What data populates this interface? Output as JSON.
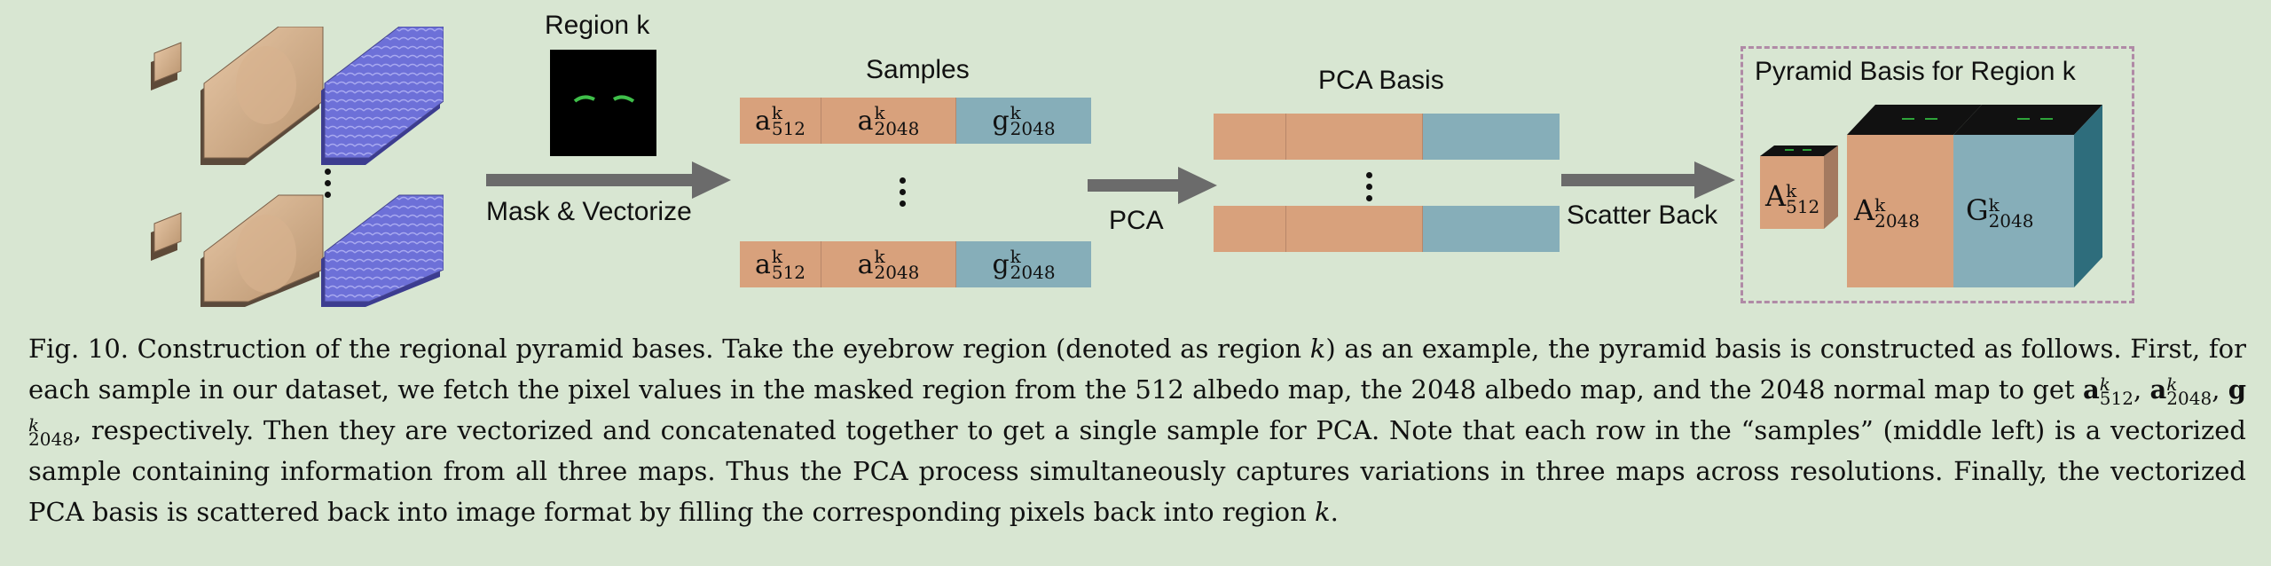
{
  "figure": {
    "region_title": "Region k",
    "samples_title": "Samples",
    "pca_basis_title": "PCA Basis",
    "pyramid_title": "Pyramid Basis for Region k",
    "arrow1_label": "Mask & Vectorize",
    "arrow2_label": "PCA",
    "arrow3_label": "Scatter Back",
    "sample_cells": {
      "a512_base": "a",
      "a512_sup": "k",
      "a512_sub": "512",
      "a2048_base": "a",
      "a2048_sup": "k",
      "a2048_sub": "2048",
      "g2048_base": "g",
      "g2048_sup": "k",
      "g2048_sub": "2048"
    },
    "pyramid_cells": {
      "A512_base": "A",
      "A512_sup": "k",
      "A512_sub": "512",
      "A2048_base": "A",
      "A2048_sup": "k",
      "A2048_sub": "2048",
      "G2048_base": "G",
      "G2048_sup": "k",
      "G2048_sub": "2048"
    },
    "colors": {
      "albedo": "#d8a17c",
      "normal": "#86aeb9",
      "arrow": "#6b6b6b",
      "background": "#d8e6d2",
      "dashed_box": "#b08aa6"
    }
  },
  "caption": {
    "fig_label": "Fig. 10.",
    "text_1": " Construction of the regional pyramid bases. Take the eyebrow region (denoted as region ",
    "k1": "k",
    "text_2": ") as an example, the pyramid basis is constructed as follows. First, for each sample in our dataset, we fetch the pixel values in the masked region from the 512 albedo map, the 2048 albedo map, and the 2048 normal map to get ",
    "sym1_base": "a",
    "sym1_sup": "k",
    "sym1_sub": "512",
    "sep1": ", ",
    "sym2_base": "a",
    "sym2_sup": "k",
    "sym2_sub": "2048",
    "sep2": ", ",
    "sym3_base": "g",
    "sym3_sup": "k",
    "sym3_sub": "2048",
    "text_3": ", respectively. Then they are vectorized and concatenated together to get a single sample for PCA. Note that each row in the “samples” (middle left) is a vectorized sample containing information from all three maps. Thus the PCA process simultaneously captures variations in three maps across resolutions. Finally, the vectorized PCA basis is scattered back into image format by filling the corresponding pixels back into region ",
    "k2": "k",
    "text_4": "."
  }
}
